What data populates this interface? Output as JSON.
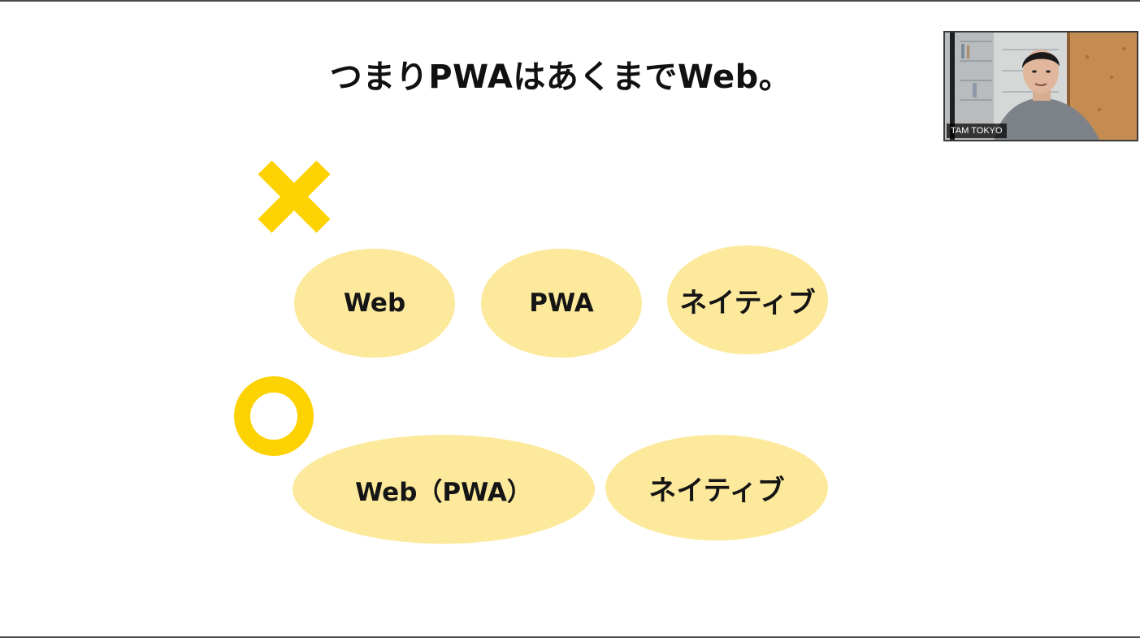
{
  "slide": {
    "title": "つまりPWAはあくまでWeb。",
    "marks": {
      "wrong": "cross-icon",
      "right": "circle-icon"
    },
    "wrong_row": [
      "Web",
      "PWA",
      "ネイティブ"
    ],
    "right_row": [
      "Web（PWA）",
      "ネイティブ"
    ]
  },
  "video": {
    "participant_name": "TAM TOKYO"
  },
  "colors": {
    "mark_yellow": "#FCD200",
    "ellipse_fill": "#FDE99B",
    "text": "#151515"
  }
}
